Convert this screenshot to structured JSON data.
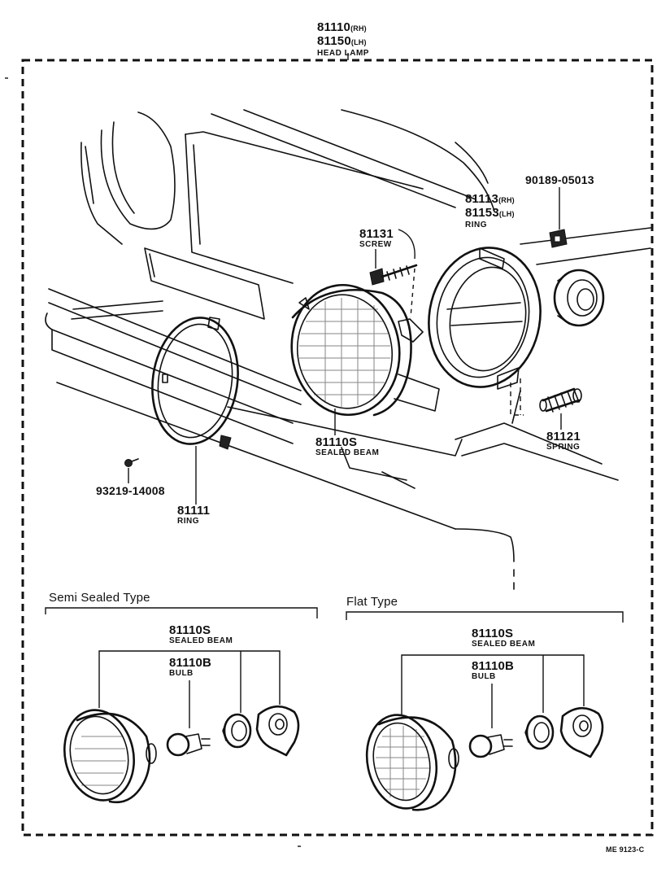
{
  "header": {
    "pn_rh": "81110",
    "rh": "(RH)",
    "pn_lh": "81150",
    "lh": "(LH)",
    "title": "HEAD LAMP"
  },
  "parts": {
    "p90189": "90189-05013",
    "p81113": "81113",
    "p81113_side": "(RH)",
    "p81153": "81153",
    "p81153_side": "(LH)",
    "ring_top": "RING",
    "p81131": "81131",
    "screw": "SCREW",
    "p81110s_main": "81110S",
    "sealed_beam_main": "SEALED BEAM",
    "p81121": "81121",
    "spring": "SPRING",
    "p93219": "93219-14008",
    "p81111": "81111",
    "ring_bottom": "RING"
  },
  "semi_sealed": {
    "title": "Semi  Sealed  Type",
    "pn_beam": "81110S",
    "beam": "SEALED BEAM",
    "pn_bulb": "81110B",
    "bulb": "BULB"
  },
  "flat": {
    "title": "Flat  Type",
    "pn_beam": "81110S",
    "beam": "SEALED BEAM",
    "pn_bulb": "81110B",
    "bulb": "BULB"
  },
  "footer": {
    "code": "ME  9123-C"
  }
}
